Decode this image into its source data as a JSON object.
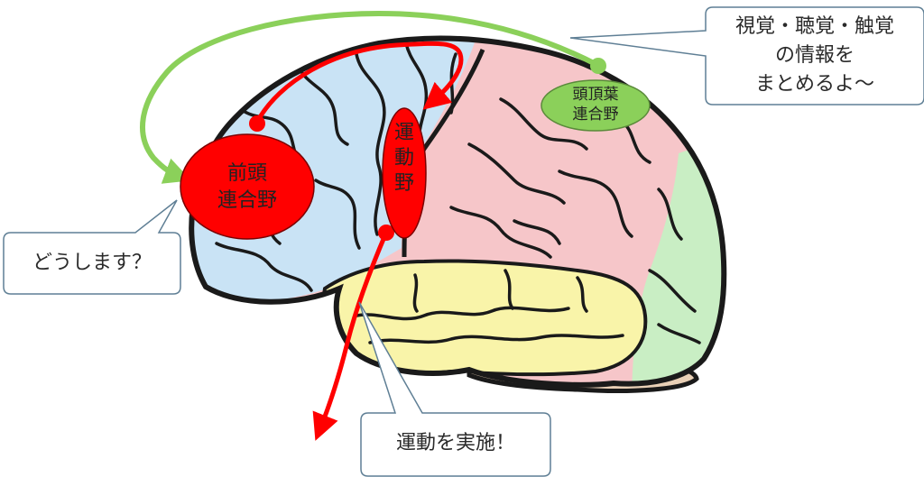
{
  "regions": {
    "prefrontal": [
      "前頭",
      "連合野"
    ],
    "motor": [
      "運",
      "動",
      "野"
    ],
    "parietal": [
      "頭頂葉",
      "連合野"
    ]
  },
  "bubbles": {
    "top_right": [
      "視覚・聴覚・触覚",
      "の情報を",
      "まとめるよ〜"
    ],
    "left": "どうします？",
    "bottom": "運動を実施！"
  },
  "colors": {
    "frontal": "#c9e3f5",
    "parietal": "#f6c6c9",
    "occipital": "#c9eec4",
    "temporal": "#f9f4a9",
    "cerebellum": "#e9d0b6",
    "arrow_red": "#ff0000",
    "arrow_green": "#8bd05a",
    "outline": "#1a1a1a",
    "bubble_border": "#5f7f95"
  }
}
